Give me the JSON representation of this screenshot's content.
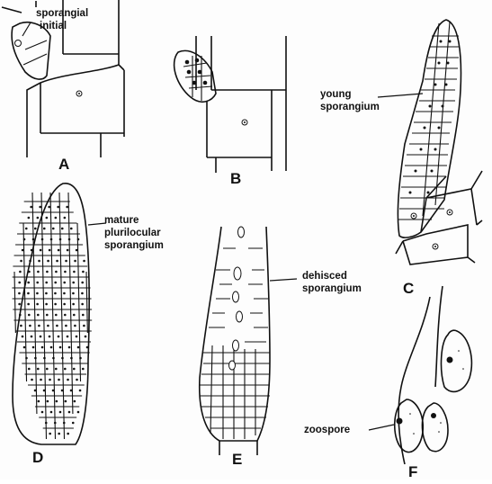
{
  "figure": {
    "labels": {
      "sporangial_initial_line1": "sporangial",
      "sporangial_initial_line2": "initial",
      "young_sporangium_line1": "young",
      "young_sporangium_line2": "sporangium",
      "mature_line1": "mature",
      "mature_line2": "plurilocular",
      "mature_line3": "sporangium",
      "dehisced_line1": "dehisced",
      "dehisced_line2": "sporangium",
      "zoospore": "zoospore"
    },
    "panels": {
      "a": "A",
      "b": "B",
      "c": "C",
      "d": "D",
      "e": "E",
      "f": "F"
    }
  }
}
